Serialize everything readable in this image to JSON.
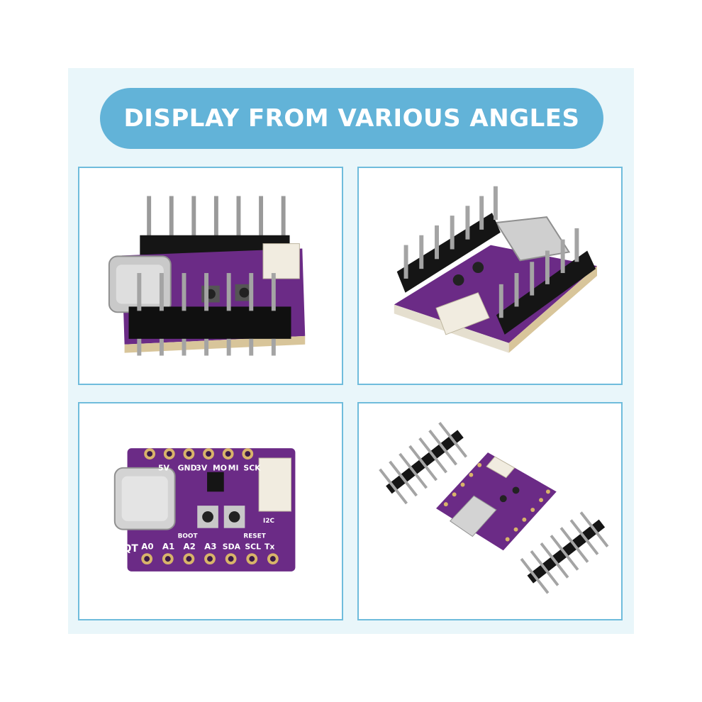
{
  "header": {
    "title": "DISPLAY FROM VARIOUS ANGLES"
  },
  "colors": {
    "panel_bg": "#e9f6fa",
    "banner_bg": "#62b3d8",
    "card_border": "#6fbcdc",
    "pcb_purple": "#6b2b86"
  },
  "board": {
    "top_labels": [
      "SCK",
      "MI",
      "MO",
      "3V",
      "GND",
      "5V"
    ],
    "bottom_labels": [
      "A0",
      "A1",
      "A2",
      "A3",
      "SDA",
      "SCL",
      "Tx"
    ],
    "side_labels": {
      "boot": "BOOT",
      "reset": "RESET",
      "i2c": "I2C",
      "brand": "QT"
    }
  }
}
